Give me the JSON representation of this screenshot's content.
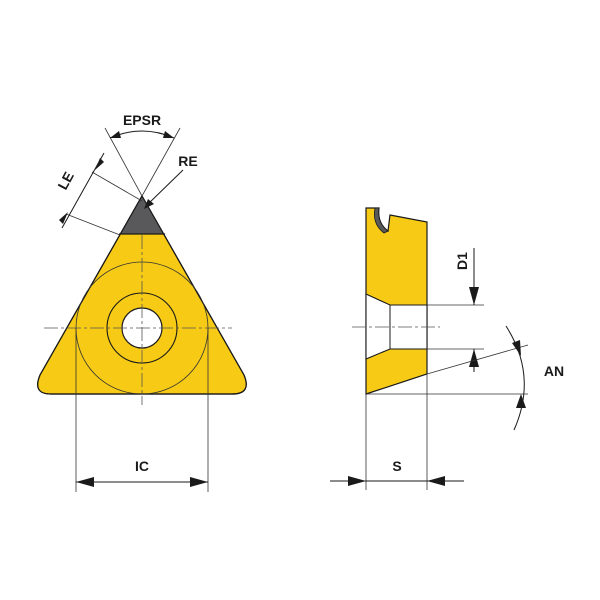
{
  "colors": {
    "insert_fill": "#F7CB15",
    "corner_fill": "#59595B",
    "line": "#1A1A1A",
    "background": "#FFFFFF"
  },
  "labels": {
    "epsr": "EPSR",
    "re": "RE",
    "le": "LE",
    "ic": "IC",
    "d1": "D1",
    "an": "AN",
    "s": "S"
  }
}
